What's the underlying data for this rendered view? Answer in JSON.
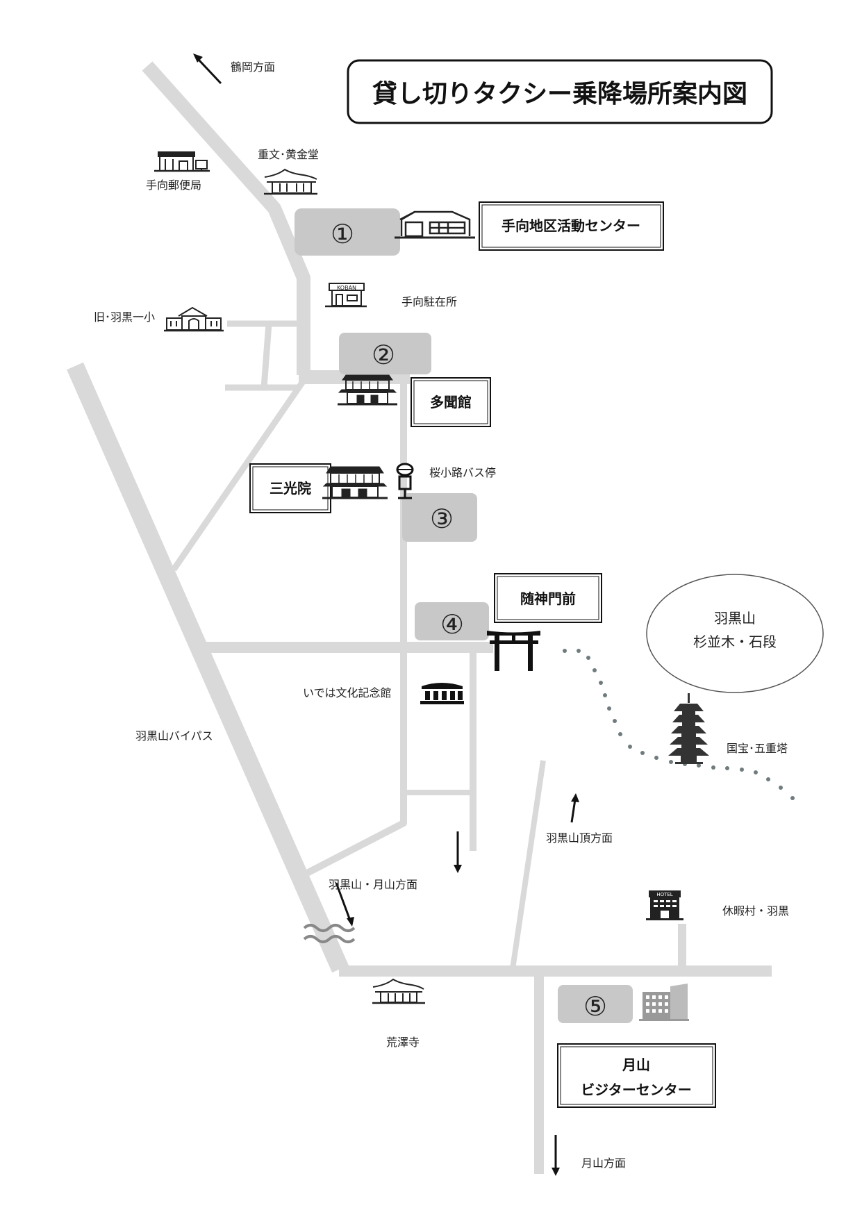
{
  "title": "貸し切りタクシー乗降場所案内図",
  "stops": [
    {
      "num": "①",
      "name": "手向地区活動センター"
    },
    {
      "num": "②",
      "name": "多聞館"
    },
    {
      "num": "③",
      "name": "三光院"
    },
    {
      "num": "④",
      "name": "随神門前"
    },
    {
      "num": "⑤",
      "name": "月山",
      "name2": "ビジターセンター"
    }
  ],
  "landmarks": {
    "tsuruoka": "鶴岡方面",
    "post_office": "手向郵便局",
    "kogane_do": "重文･黄金堂",
    "police": "手向駐在所",
    "old_school": "旧･羽黒一小",
    "bus_stop": "桜小路バス停",
    "ideha": "いでは文化記念館",
    "bypass": "羽黒山バイパス",
    "haguro_gassan": "羽黒山・月山方面",
    "summit": "羽黒山頂方面",
    "pagoda": "国宝･五重塔",
    "mountain_line1": "羽黒山",
    "mountain_line2": "杉並木・石段",
    "kyukamura": "休暇村・羽黒",
    "arasawa": "荒澤寺",
    "gassan_dir": "月山方面",
    "police_sign": "KOBAN",
    "hotel_sign": "HOTEL"
  },
  "colors": {
    "road": "#d9d9d9",
    "stop_marker": "#c8c8c8",
    "trail_dots": "#6f7b7c",
    "water": "#888888"
  }
}
